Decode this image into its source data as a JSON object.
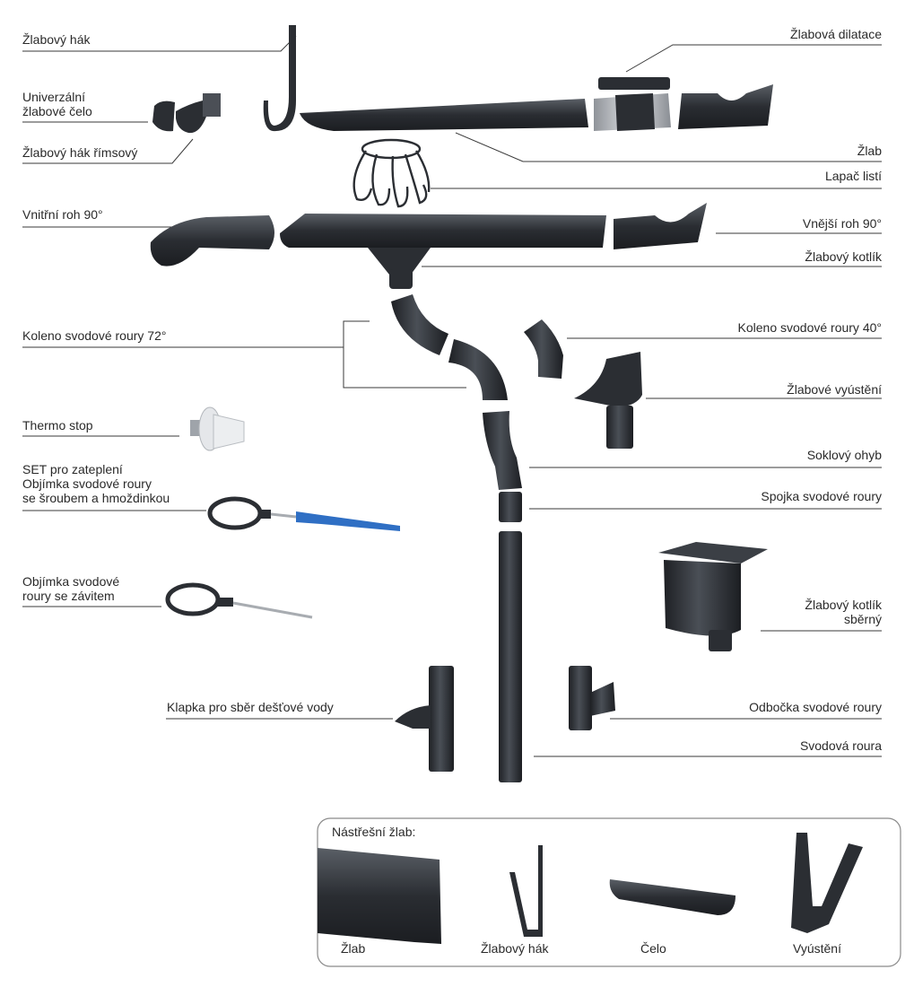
{
  "colors": {
    "part": "#2b2e33",
    "text": "#2a2a2a",
    "leader": "#3a3a3a",
    "accent_blue": "#2f6fc4",
    "steel": "#b9bdc2",
    "frame": "#8a8a8a"
  },
  "labels": {
    "zlabovy_hak": "Žlabový hák",
    "univerzalni_zlabove_celo": "Univerzální\nžlabové čelo",
    "zlabovy_hak_rimsovy": "Žlabový hák římsový",
    "zlabova_dilatace": "Žlabová dilatace",
    "zlab": "Žlab",
    "lapac_listi": "Lapač listí",
    "vnitrni_roh": "Vnitřní roh 90°",
    "vnejsi_roh": "Vnější roh 90°",
    "zlabovy_kotlik": "Žlabový kotlík",
    "koleno_72": "Koleno svodové roury 72°",
    "koleno_40": "Koleno svodové roury 40°",
    "zlabove_vyusteni": "Žlabové vyústění",
    "thermo_stop": "Thermo stop",
    "set_zatepleni": "SET pro zateplení\nObjímka svodové roury\nse šroubem a hmoždinkou",
    "soklovy_ohyb": "Soklový ohyb",
    "spojka": "Spojka svodové roury",
    "objimka_zavit": "Objímka svodové\nroury se závitem",
    "kotlik_sberny": "Žlabový kotlík\nsběrný",
    "klapka": "Klapka pro sběr dešťové vody",
    "odbocka": "Odbočka svodové roury",
    "svodova_roura": "Svodová roura"
  },
  "inset": {
    "title": "Nástřešní žlab:",
    "items": [
      "Žlab",
      "Žlabový hák",
      "Čelo",
      "Vyústění"
    ]
  },
  "icons": {
    "hook": "gutter-hook-icon",
    "gutter": "gutter-section-icon",
    "pipe": "downpipe-icon",
    "leaf_guard": "leaf-guard-icon",
    "clamp": "pipe-clamp-icon"
  }
}
